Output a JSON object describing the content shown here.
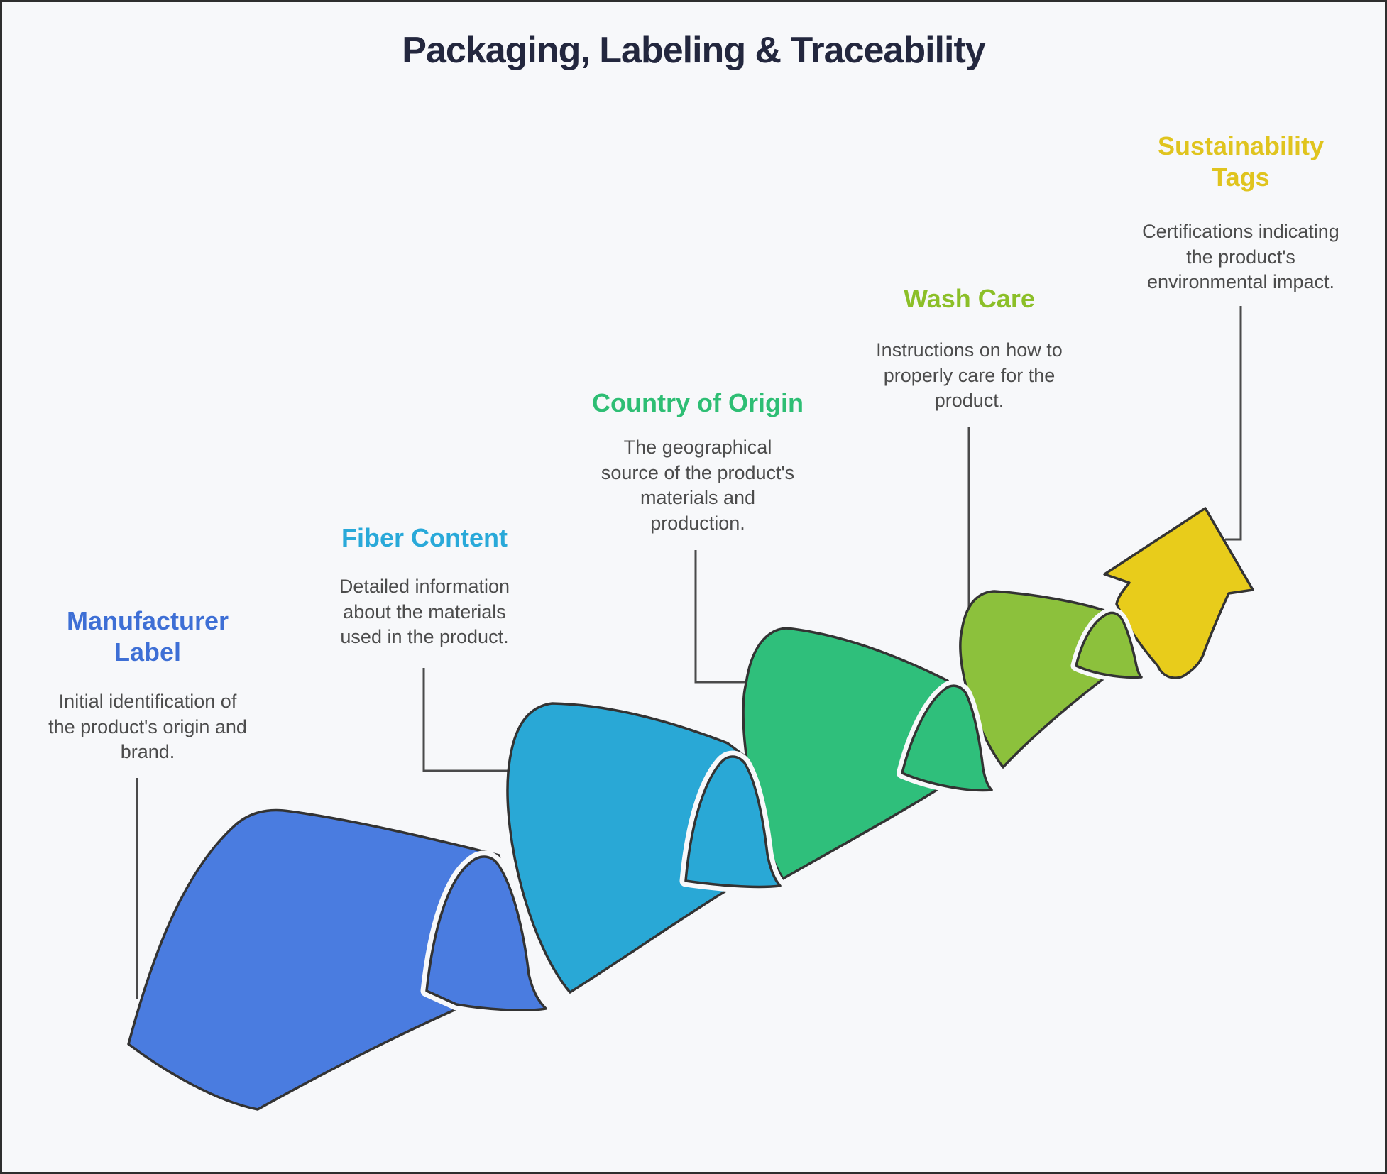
{
  "title": "Packaging, Labeling & Traceability",
  "colors": {
    "title_text": "#23273E",
    "description_text": "#4C4C4C",
    "outline": "#333333",
    "connector": "#4A4A4A",
    "background": "#F7F8FA"
  },
  "steps": [
    {
      "heading": "Manufacturer\nLabel",
      "description": "Initial identification of\nthe product's origin and\nbrand.",
      "heading_color": "#3E6FD5",
      "ribbon_color": "#4A7CE0"
    },
    {
      "heading": "Fiber Content",
      "description": "Detailed information\nabout the materials\nused in the product.",
      "heading_color": "#29A9D9",
      "ribbon_color": "#29A8D6"
    },
    {
      "heading": "Country of Origin",
      "description": "The geographical\nsource of the product's\nmaterials and\nproduction.",
      "heading_color": "#2EBE74",
      "ribbon_color": "#2FBF7B"
    },
    {
      "heading": "Wash Care",
      "description": "Instructions on how to\nproperly care for the\nproduct.",
      "heading_color": "#8CBF28",
      "ribbon_color": "#8CC13C"
    },
    {
      "heading": "Sustainability\nTags",
      "description": "Certifications indicating\nthe product's\nenvironmental impact.",
      "heading_color": "#E0C41E",
      "ribbon_color": "#E8CC1B"
    }
  ]
}
